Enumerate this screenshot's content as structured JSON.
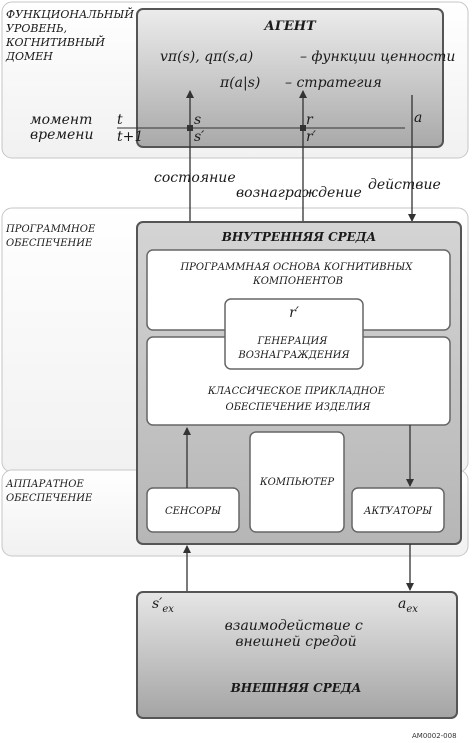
{
  "domains": {
    "functional": [
      "ФУНКЦИОНАЛЬНЫЙ",
      "УРОВЕНЬ,",
      "КОГНИТИВНЫЙ",
      "ДОМЕН"
    ],
    "software": [
      "ПРОГРАММНОЕ",
      "ОБЕСПЕЧЕНИЕ"
    ],
    "hardware": [
      "АППАРАТНОЕ",
      "ОБЕСПЕЧЕНИЕ"
    ]
  },
  "agent": {
    "title": "АГЕНТ",
    "value_functions": "vπ(s), qπ(s,a)",
    "value_functions_label": "– функции ценности",
    "policy": "π(a|s)",
    "policy_label": "– стратегия"
  },
  "timeline": {
    "label_line1": "момент",
    "label_line2": "времени",
    "t": "t",
    "t_next": "t+1",
    "s": "s",
    "s_next": "s′",
    "r": "r",
    "r_next": "r′",
    "a": "a"
  },
  "signals": {
    "state": "состояние",
    "reward": "вознаграждение",
    "action": "действие"
  },
  "internal_env": {
    "title": "ВНУТРЕННЯЯ СРЕДА",
    "cognitive_base": [
      "ПРОГРАММНАЯ ОСНОВА КОГНИТИВНЫХ",
      "КОМПОНЕНТОВ"
    ],
    "reward_gen_r": "r′",
    "reward_gen": [
      "ГЕНЕРАЦИЯ",
      "ВОЗНАГРАЖДЕНИЯ"
    ],
    "classic_sw": [
      "КЛАССИЧЕСКОЕ ПРИКЛАДНОЕ",
      "ОБЕСПЕЧЕНИЕ ИЗДЕЛИЯ"
    ],
    "computer": "КОМПЬЮТЕР",
    "sensors": "СЕНСОРЫ",
    "actuators": "АКТУАТОРЫ"
  },
  "external": {
    "s_ex": "s′ex",
    "a_ex": "aex",
    "interaction": [
      "взаимодействие с",
      "внешней средой"
    ],
    "title": "ВНЕШНЯЯ СРЕДА"
  },
  "figure_code": "AM0002-008"
}
